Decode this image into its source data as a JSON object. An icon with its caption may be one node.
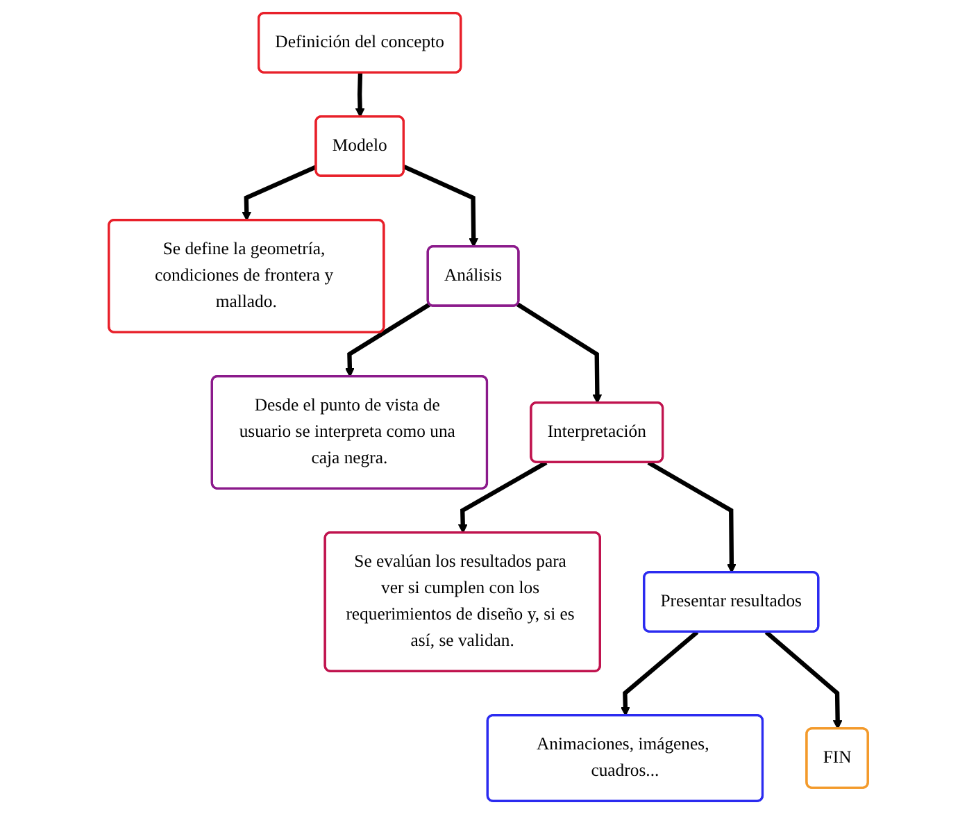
{
  "diagram": {
    "nodes": [
      {
        "text": [
          "Definición del concepto"
        ]
      },
      {
        "text": [
          "Modelo"
        ]
      },
      {
        "text": [
          "Se define la geometría, condiciones de frontera y mallado."
        ]
      },
      {
        "text": [
          "Análisis"
        ]
      },
      {
        "text": [
          "Desde el punto de vista de usuario se interpreta como una caja negra."
        ]
      },
      {
        "text": [
          "Interpretación"
        ]
      },
      {
        "text": [
          "Se evalúan los resultados para ver si cumplen con los requerimientos de diseño y, si es así, se validan."
        ]
      },
      {
        "text": [
          "Presentar resultados"
        ]
      },
      {
        "text": [
          "Animaciones, imágenes, cuadros..."
        ]
      },
      {
        "text": [
          "FIN"
        ]
      }
    ],
    "edges": [
      {
        "from": 0,
        "to": 1,
        "arrow": "to"
      },
      {
        "from": 1,
        "to": 2,
        "arrow": "to"
      },
      {
        "from": 1,
        "to": 3,
        "arrow": "to"
      },
      {
        "from": 3,
        "to": 4,
        "arrow": "to"
      },
      {
        "from": 3,
        "to": 5,
        "arrow": "to"
      },
      {
        "from": 5,
        "to": 6,
        "arrow": "to"
      },
      {
        "from": 5,
        "to": 7,
        "arrow": "to"
      },
      {
        "from": 7,
        "to": 8,
        "arrow": "to"
      },
      {
        "from": 7,
        "to": 9,
        "arrow": "to"
      }
    ]
  }
}
